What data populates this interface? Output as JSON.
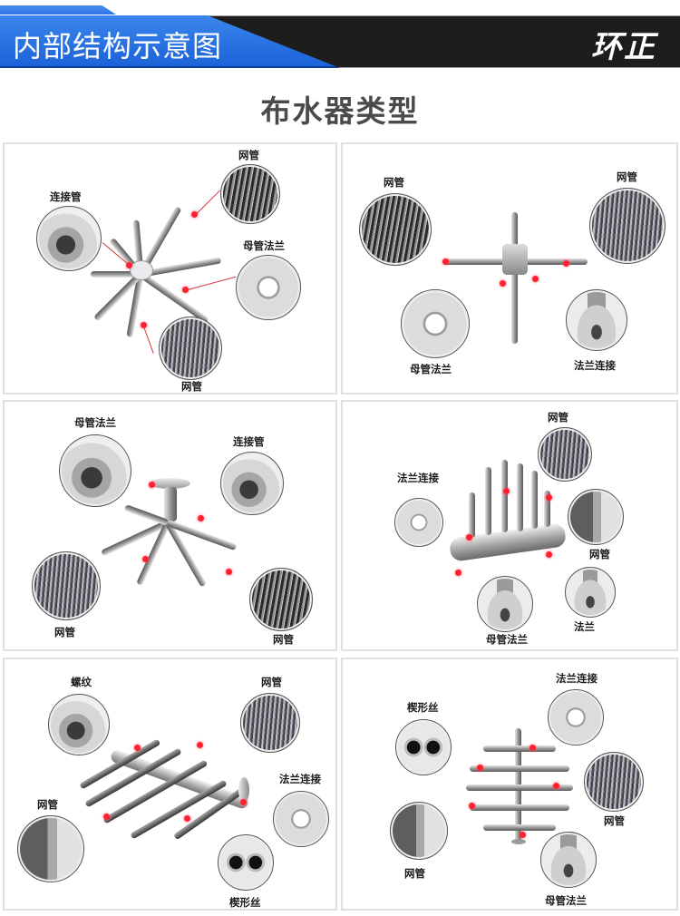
{
  "banner": {
    "title": "内部结构示意图",
    "brand": "环正",
    "colors": {
      "blue": "#2f74e6",
      "dark": "#1d1d1d"
    }
  },
  "section": {
    "title": "布水器类型"
  },
  "panels": [
    {
      "id": 1,
      "labels": [
        "网管",
        "连接管",
        "母管法兰",
        "网管"
      ]
    },
    {
      "id": 2,
      "labels": [
        "网管",
        "网管",
        "母管法兰",
        "法兰连接"
      ]
    },
    {
      "id": 3,
      "labels": [
        "母管法兰",
        "连接管",
        "网管",
        "网管"
      ]
    },
    {
      "id": 4,
      "labels": [
        "网管",
        "法兰连接",
        "网管",
        "法兰",
        "母管法兰"
      ]
    },
    {
      "id": 5,
      "labels": [
        "螺纹",
        "网管",
        "法兰连接",
        "网管",
        "楔形丝"
      ]
    },
    {
      "id": 6,
      "labels": [
        "法兰连接",
        "楔形丝",
        "网管",
        "网管",
        "母管法兰"
      ]
    }
  ],
  "accent_color": "#ff2030"
}
